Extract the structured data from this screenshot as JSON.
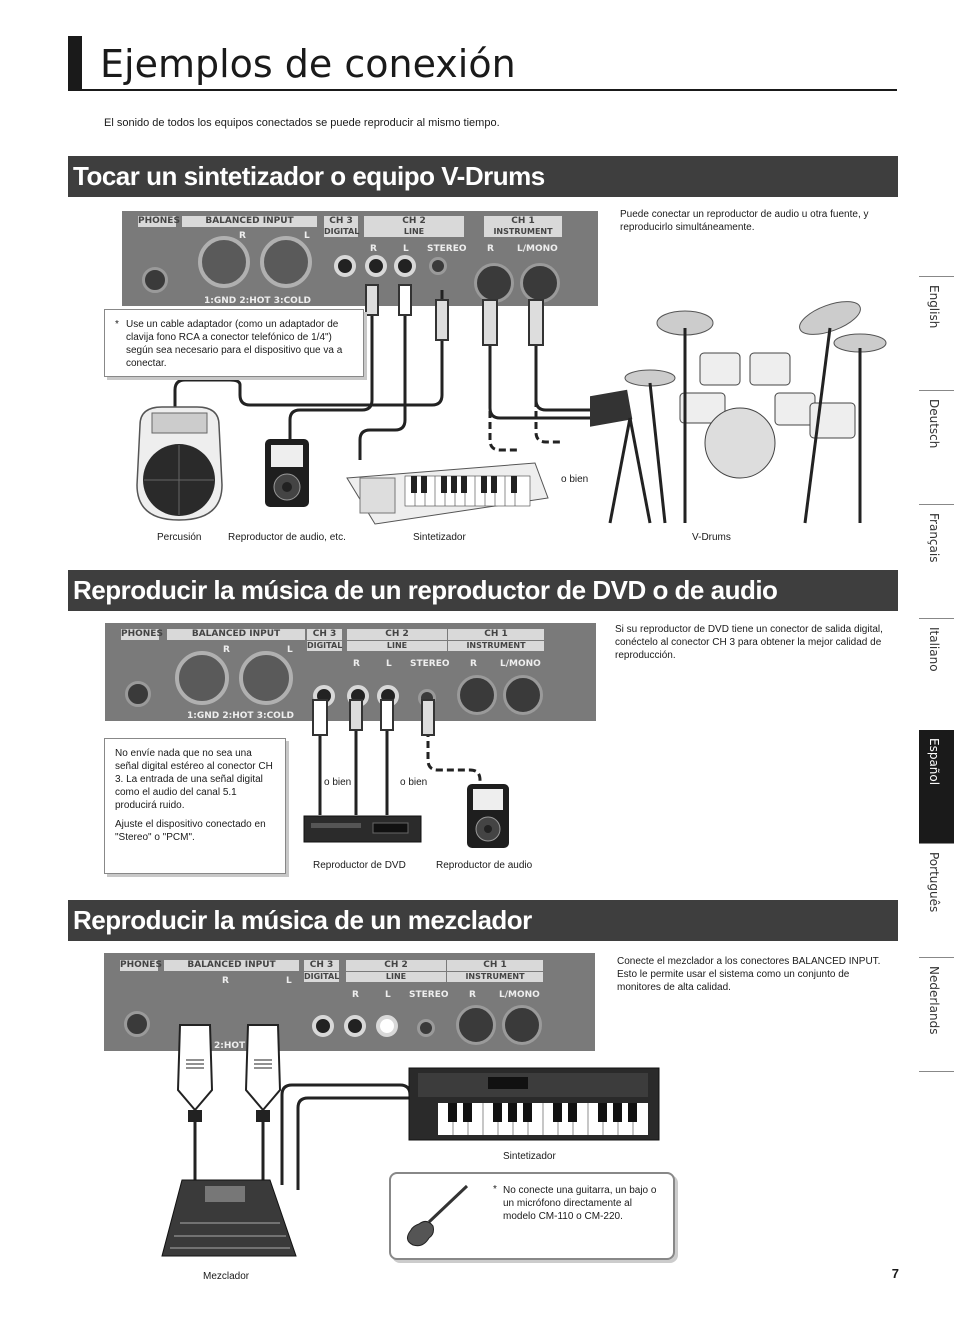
{
  "header": {
    "title": "Ejemplos de conexión",
    "intro": "El sonido de todos los equipos conectados se puede reproducir al mismo tiempo."
  },
  "panel_labels": {
    "phones": "PHONES",
    "balanced_input": "BALANCED INPUT",
    "ch3": "CH 3",
    "digital": "DIGITAL",
    "ch2": "CH 2",
    "line": "LINE",
    "ch1": "CH 1",
    "instrument": "INSTRUMENT",
    "r": "R",
    "l": "L",
    "stereo": "STEREO",
    "l_mono": "L/MONO",
    "gnd_hot_cold": "1:GND  2:HOT  3:COLD",
    "hot_partial": "2:HOT  3"
  },
  "section1": {
    "heading": "Tocar un sintetizador o equipo V-Drums",
    "description": "Puede conectar un reproductor de audio u otra fuente, y reproducirlo simultáneamente.",
    "note": "Use un cable adaptador (como un adaptador de clavija fono RCA a conector telefónico de 1/4\") según sea necesario para el dispositivo que va a conectar.",
    "note_mark": "*",
    "or_label": "o bien",
    "captions": {
      "percussion": "Percusión",
      "audio_player": "Reproductor de audio, etc.",
      "synth": "Sintetizador",
      "vdrums": "V-Drums"
    }
  },
  "section2": {
    "heading": "Reproducir la música de un reproductor de DVD o de audio",
    "description": "Si su reproductor de DVD tiene un conector de salida digital, conéctelo al conector CH 3 para obtener la mejor calidad de reproducción.",
    "note_p1": "No envíe nada que no sea una señal digital estéreo al conector CH 3. La entrada de una señal digital como el audio del canal 5.1 producirá ruido.",
    "note_p2": "Ajuste el dispositivo conectado en \"Stereo\" o \"PCM\".",
    "or_label_1": "o bien",
    "or_label_2": "o bien",
    "captions": {
      "dvd": "Reproductor de DVD",
      "audio": "Reproductor de audio"
    }
  },
  "section3": {
    "heading": "Reproducir la música de un mezclador",
    "description": "Conecte el mezclador a los conectores BALANCED INPUT. Esto le permite usar el sistema como un conjunto de monitores de alta calidad.",
    "note": "No conecte una guitarra, un bajo o un micrófono directamente al modelo CM-110 o CM-220.",
    "note_mark": "*",
    "captions": {
      "synth": "Sintetizador",
      "mixer": "Mezclador"
    }
  },
  "language_tabs": [
    {
      "label": "English",
      "active": false
    },
    {
      "label": "Deutsch",
      "active": false
    },
    {
      "label": "Français",
      "active": false
    },
    {
      "label": "Italiano",
      "active": false
    },
    {
      "label": "Español",
      "active": true
    },
    {
      "label": "Português",
      "active": false
    },
    {
      "label": "Nederlands",
      "active": false
    }
  ],
  "page_number": "7"
}
